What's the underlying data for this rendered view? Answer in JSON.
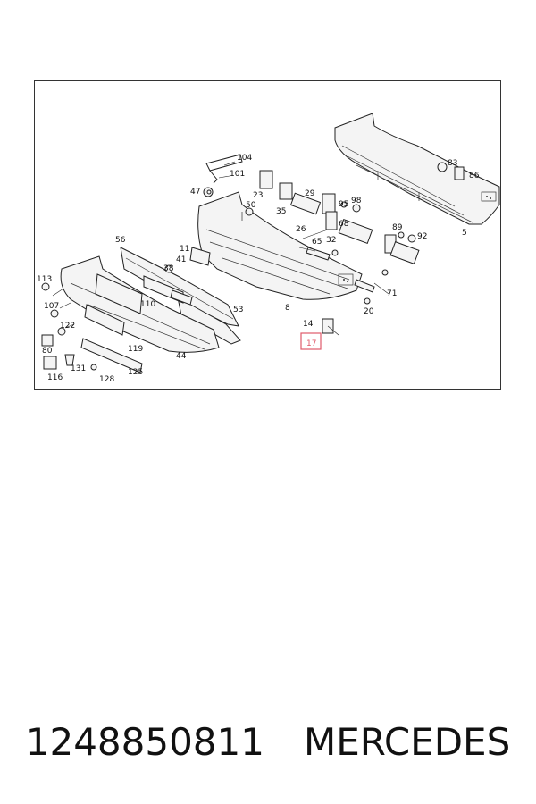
{
  "caption": {
    "part_number": "1248850811",
    "brand": "MERCEDES"
  },
  "diagram": {
    "highlight_color": "#e05a6a",
    "highlighted_label": "17",
    "labels": [
      "104",
      "101",
      "47",
      "23",
      "50",
      "35",
      "29",
      "95",
      "98",
      "26",
      "68",
      "32",
      "65",
      "89",
      "92",
      "5",
      "83",
      "86",
      "56",
      "11",
      "41",
      "38",
      "8",
      "53",
      "113",
      "110",
      "107",
      "122",
      "80",
      "119",
      "44",
      "131",
      "116",
      "125",
      "128",
      "14",
      "71",
      "20",
      "17"
    ]
  }
}
